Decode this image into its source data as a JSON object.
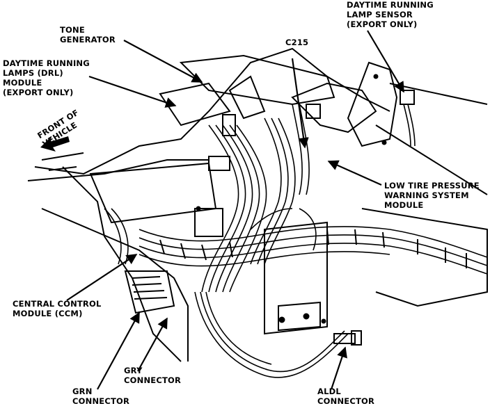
{
  "colors": {
    "ink": "#000000",
    "paper": "#ffffff"
  },
  "labels": {
    "tone_generator": [
      "TONE",
      "GENERATOR"
    ],
    "drl_module": [
      "DAYTIME RUNNING",
      "LAMPS (DRL)",
      "MODULE",
      "(EXPORT ONLY)"
    ],
    "front_of_vehicle": [
      "FRONT OF",
      "VEHICLE"
    ],
    "c215": "C215",
    "drl_sensor": [
      "DAYTIME RUNNING",
      "LAMP SENSOR",
      "(EXPORT ONLY)"
    ],
    "low_tire": [
      "LOW TIRE PRESSURE",
      "WARNING SYSTEM",
      "MODULE"
    ],
    "ccm": [
      "CENTRAL CONTROL",
      "MODULE (CCM)"
    ],
    "gry": [
      "GRY",
      "CONNECTOR"
    ],
    "grn": [
      "GRN",
      "CONNECTOR"
    ],
    "aldl": [
      "ALDL",
      "CONNECTOR"
    ]
  }
}
